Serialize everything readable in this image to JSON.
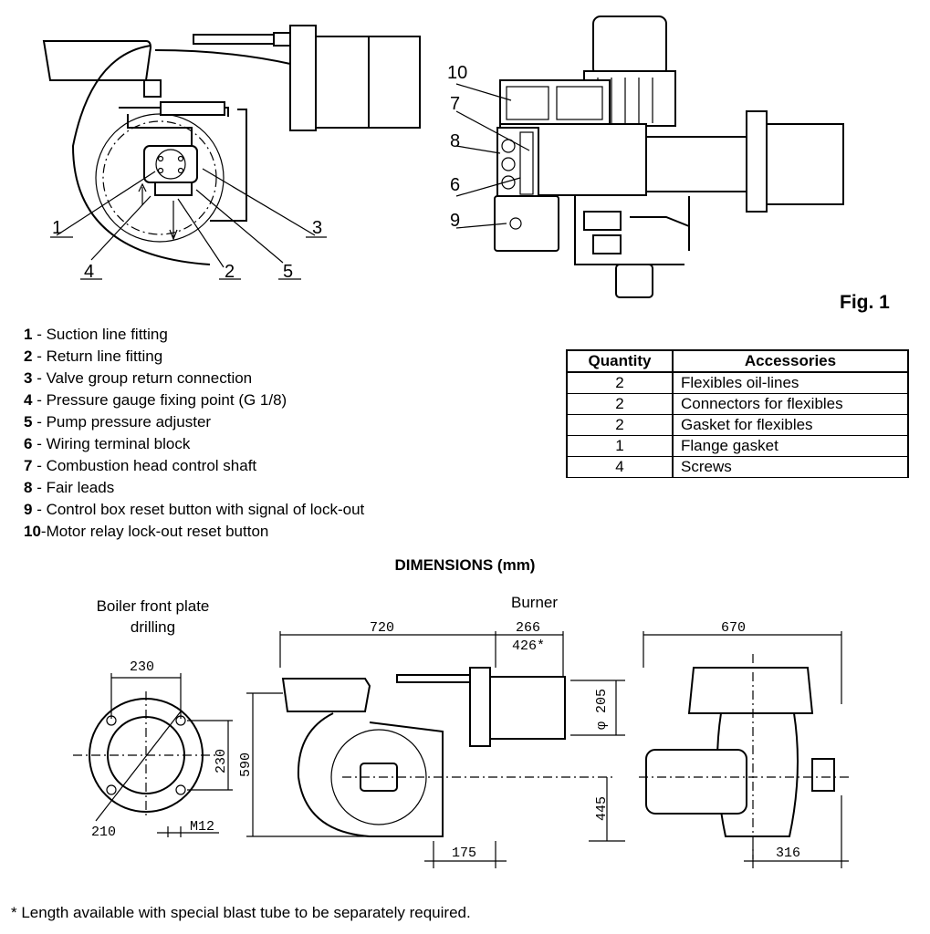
{
  "figure": {
    "label": "Fig. 1",
    "callouts": [
      "1",
      "2",
      "3",
      "4",
      "5",
      "6",
      "7",
      "8",
      "9",
      "10"
    ]
  },
  "legend": [
    {
      "num": "1",
      "sep": " - ",
      "text": "Suction line fitting"
    },
    {
      "num": "2",
      "sep": " - ",
      "text": "Return line fitting"
    },
    {
      "num": "3",
      "sep": " - ",
      "text": "Valve group return connection"
    },
    {
      "num": "4",
      "sep": " - ",
      "text": "Pressure gauge fixing point (G 1/8)"
    },
    {
      "num": "5",
      "sep": " - ",
      "text": "Pump pressure adjuster"
    },
    {
      "num": "6",
      "sep": " - ",
      "text": "Wiring terminal block"
    },
    {
      "num": "7",
      "sep": " - ",
      "text": "Combustion head control shaft"
    },
    {
      "num": "8",
      "sep": " - ",
      "text": "Fair leads"
    },
    {
      "num": "9",
      "sep": " - ",
      "text": "Control box reset button with signal of lock-out"
    },
    {
      "num": "10",
      "sep": "-",
      "text": "Motor relay lock-out reset button"
    }
  ],
  "accessories": {
    "headers": {
      "quantity": "Quantity",
      "accessories": "Accessories"
    },
    "rows": [
      {
        "qty": "2",
        "item": "Flexibles oil-lines"
      },
      {
        "qty": "2",
        "item": "Connectors for flexibles"
      },
      {
        "qty": "2",
        "item": "Gasket for flexibles"
      },
      {
        "qty": "1",
        "item": "Flange gasket"
      },
      {
        "qty": "4",
        "item": "Screws"
      }
    ]
  },
  "dimensions": {
    "title": "DIMENSIONS (mm)",
    "plate_caption_line1": "Boiler front plate",
    "plate_caption_line2": "drilling",
    "burner_caption": "Burner",
    "plate": {
      "width": "230",
      "height": "230",
      "diameter": "210",
      "bolt": "M12"
    },
    "burner_side": {
      "length": "720",
      "tube": "266",
      "tube_special": "426*",
      "tube_dia": "φ 205",
      "height": "590",
      "axis_height": "445",
      "offset": "175"
    },
    "burner_front": {
      "width": "670",
      "half": "316"
    }
  },
  "footnote": "* Length available with special blast tube to be separately required."
}
